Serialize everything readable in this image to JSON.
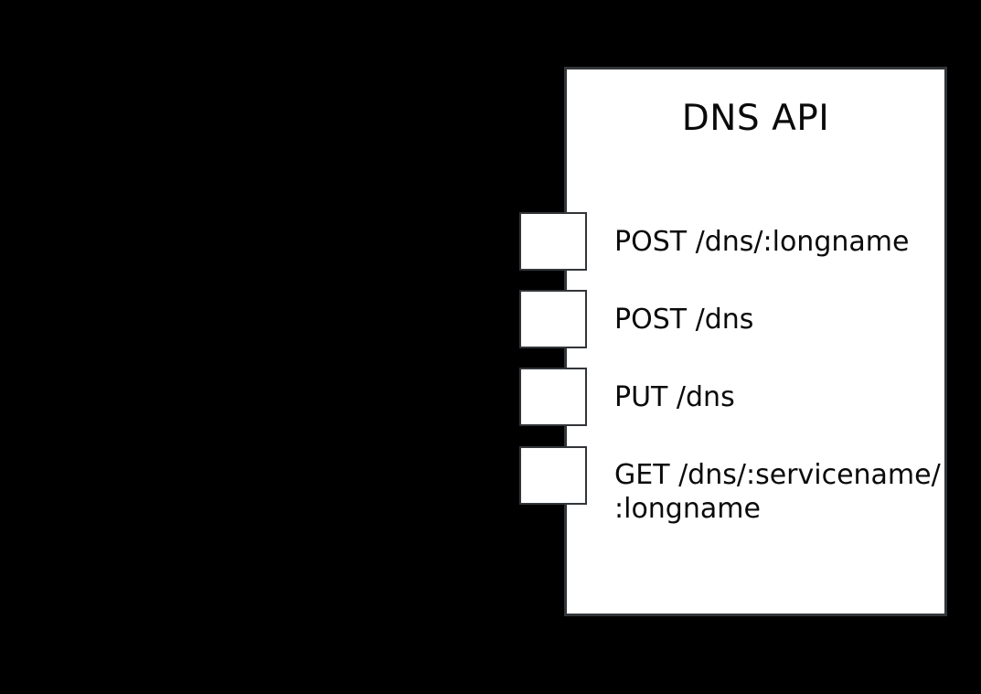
{
  "colors": {
    "background": "#000000",
    "panel_fill": "#ffffff",
    "stroke": "#323539",
    "text": "#0a0a0a"
  },
  "component": {
    "title": "DNS API"
  },
  "endpoints": [
    {
      "lines": [
        "POST /dns/:longname"
      ]
    },
    {
      "lines": [
        "POST /dns"
      ]
    },
    {
      "lines": [
        "PUT /dns"
      ]
    },
    {
      "lines": [
        "GET /dns/:servicename/",
        ":longname"
      ]
    }
  ]
}
